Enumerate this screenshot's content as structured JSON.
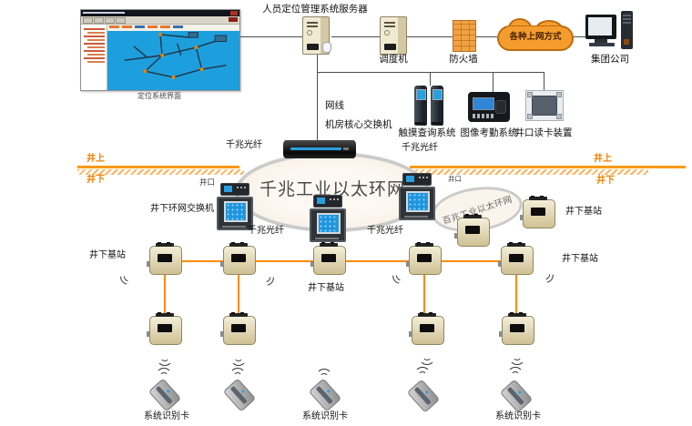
{
  "labels": {
    "server": "人员定位管理系统服务器",
    "dispatcher": "调度机",
    "firewall": "防火墙",
    "cloud": "各种上网方式",
    "company": "集团公司",
    "cable": "网线",
    "core_switch": "机房核心交换机",
    "kiosk": "触摸查询系统",
    "attendance": "图像考勤系统",
    "reader": "井口读卡装置",
    "surface": "井上",
    "underground": "井下",
    "wellhead": "井口",
    "underground_switch": "井下环网交换机",
    "gigabit_ring": "千兆工业以太环网",
    "fast_ring": "百兆工业以太环网",
    "fiber": "千兆光纤",
    "base_station": "井下基站",
    "id_card": "系统识别卡",
    "window_caption": "定位系统界面"
  },
  "colors": {
    "ground_orange": "#ff9900",
    "link_orange": "#ff8a00",
    "label_orange": "#f08300",
    "cloud_orange": "#f49d2e",
    "screen_blue": "#2196dd",
    "map_blue": "#1e9fdd",
    "station_beige": "#ddd3a4",
    "ring_fill": "#faf3ea",
    "ring_border": "#cccccc",
    "dark_line": "#4d4d4d"
  }
}
